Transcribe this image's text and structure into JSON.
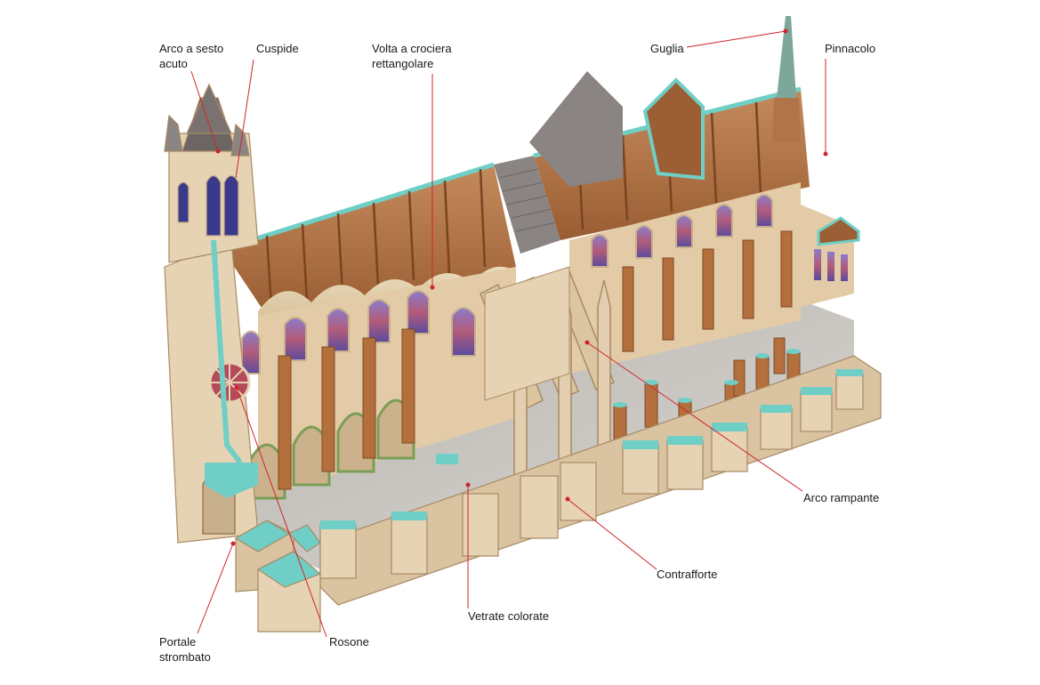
{
  "diagram": {
    "subject": "Gothic cathedral cutaway",
    "leader_color": "#d0252b",
    "palette": {
      "stone": "#e3cfb0",
      "stone_shadow": "#c9b08c",
      "stone_dark": "#a88a64",
      "section_cut": "#6fcfc6",
      "wood": "#b36f3c",
      "wood_dark": "#8a4e26",
      "roof": "#7a7270",
      "floor": "#c9c6c2",
      "glass": "#6f5aa8"
    },
    "labels": [
      {
        "id": "arco-sesto-acuto",
        "text": "Arco a sesto\nacuto"
      },
      {
        "id": "cuspide",
        "text": "Cuspide"
      },
      {
        "id": "volta-crociera",
        "text": "Volta a crociera\nrettangolare"
      },
      {
        "id": "guglia",
        "text": "Guglia"
      },
      {
        "id": "pinnacolo",
        "text": "Pinnacolo"
      },
      {
        "id": "arco-rampante",
        "text": "Arco rampante"
      },
      {
        "id": "contrafforte",
        "text": "Contrafforte"
      },
      {
        "id": "vetrate-colorate",
        "text": "Vetrate colorate"
      },
      {
        "id": "rosone",
        "text": "Rosone"
      },
      {
        "id": "portale-strombato",
        "text": "Portale\nstrombato"
      }
    ]
  }
}
